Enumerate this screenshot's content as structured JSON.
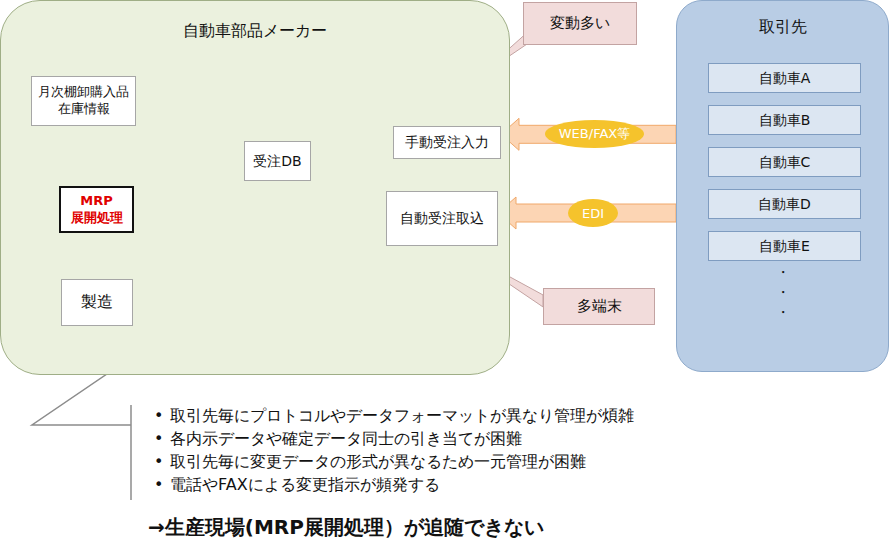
{
  "diagram": {
    "nodes": [
      {
        "text": [
          "自動車部品メーカー"
        ]
      },
      {
        "text": [
          "月次棚卸購入品 在庫情報"
        ],
        "in": 0
      },
      {
        "text": [
          "MRP 展開処理"
        ],
        "in": 0
      },
      {
        "text": [
          "製造"
        ],
        "in": 0
      },
      {
        "text": [
          "受注DB"
        ],
        "in": 0
      },
      {
        "text": [
          "手動受注入力"
        ],
        "in": 0
      },
      {
        "text": [
          "自動受注取込"
        ],
        "in": 0
      },
      {
        "text": [
          "変動多い"
        ]
      },
      {
        "text": [
          "多端末"
        ]
      },
      {
        "text": [
          "取引先"
        ]
      },
      {
        "text": [
          "自動車A"
        ],
        "in": 9
      },
      {
        "text": [
          "自動車B"
        ],
        "in": 9
      },
      {
        "text": [
          "自動車C"
        ],
        "in": 9
      },
      {
        "text": [
          "自動車D"
        ],
        "in": 9
      },
      {
        "text": [
          "自動車E"
        ],
        "in": 9
      }
    ],
    "edges": [
      {
        "from": 1,
        "to": 2,
        "arrow": "to"
      },
      {
        "from": 2,
        "to": 3,
        "arrow": "to"
      },
      {
        "from": 4,
        "to": 2,
        "arrow": "to"
      },
      {
        "from": 5,
        "to": 4,
        "arrow": "to"
      },
      {
        "from": 6,
        "to": 4,
        "arrow": "to"
      },
      {
        "from": 9,
        "to": 5,
        "label": "WEB/FAX等",
        "arrow": "to"
      },
      {
        "from": 9,
        "to": 6,
        "label": "EDI",
        "arrow": "to"
      },
      {
        "from": 8,
        "to": 6,
        "arrow": "none"
      }
    ],
    "labels": [
      "・",
      "・",
      "・",
      "取引先毎にプロトコルやデータフォーマットが異なり管理が煩雑",
      "各内示データや確定データ同士の引き当てが困難",
      "取引先毎に変更データの形式が異なるため一元管理が困難",
      "電話やFAXによる変更指示が頻発する",
      "→生産現場(MRP展開処理）が追随できない"
    ]
  }
}
